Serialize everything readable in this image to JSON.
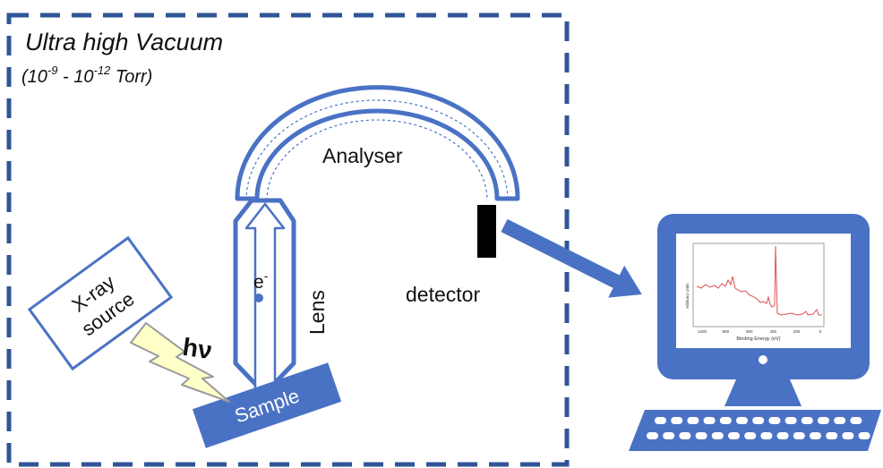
{
  "chamber": {
    "title": "Ultra high Vacuum",
    "pressure_open": "(10",
    "pressure_exp1": "-9",
    "pressure_mid": " - 10",
    "pressure_exp2": "-12",
    "pressure_close": " Torr)"
  },
  "labels": {
    "analyser": "Analyser",
    "detector": "detector",
    "lens": "Lens",
    "electron_base": "e",
    "electron_sup": "-",
    "xray_line1": "X-ray",
    "xray_line2": "source",
    "photon": "hν",
    "sample": "Sample"
  },
  "spectrum": {
    "x_axis_label": "Binding Energy (eV)",
    "y_axis_label": "Arbitrary Units",
    "x_ticks": [
      "1200",
      "800",
      "600",
      "400",
      "200",
      "0"
    ]
  },
  "colors": {
    "accent": "#4a72c4",
    "dash": "#2f5597",
    "spectrum_line": "#e05050",
    "detector": "#000000"
  },
  "icons": {
    "computer": "desktop-computer-icon",
    "lightning": "lightning-bolt-icon"
  }
}
